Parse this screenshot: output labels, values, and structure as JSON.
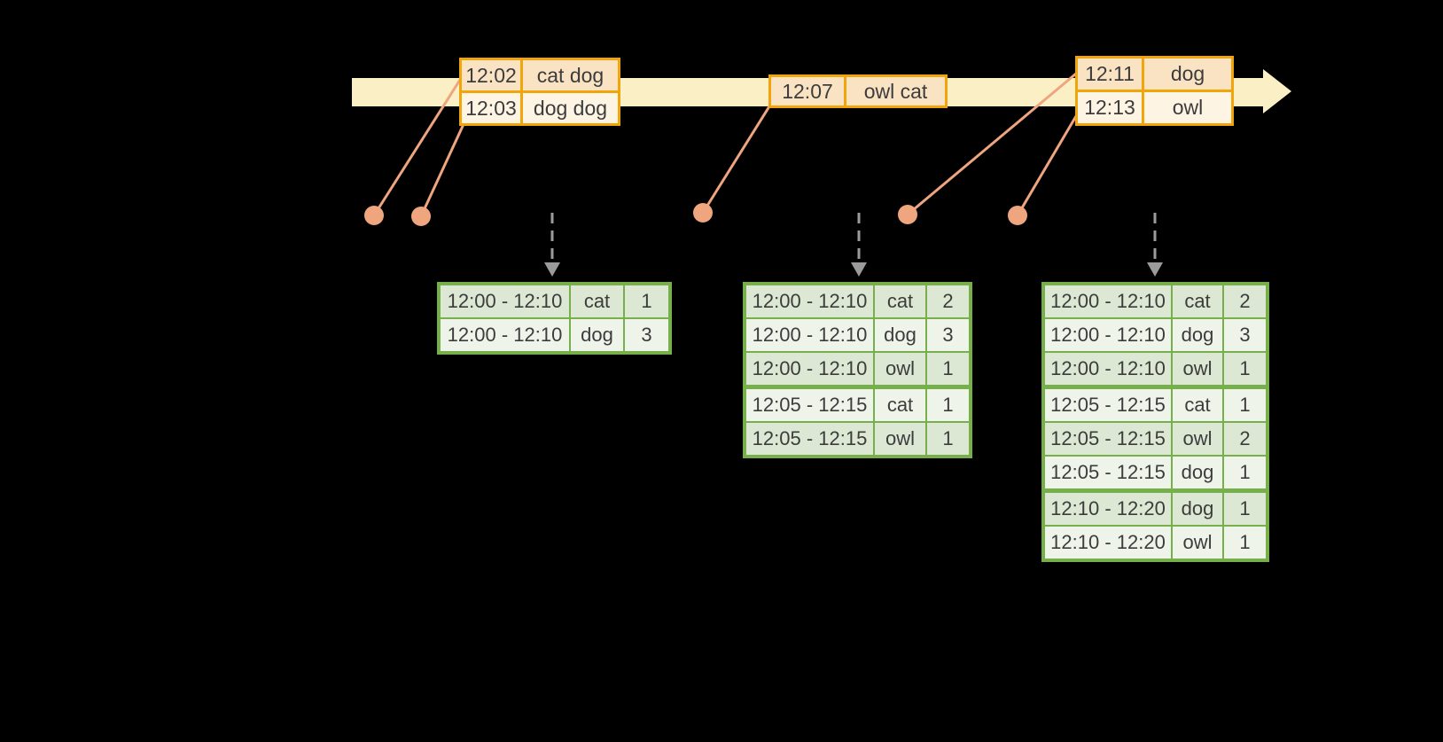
{
  "colors": {
    "background": "#000000",
    "timeline_fill": "#FBF0C5",
    "event_table_border": "#F0A50A",
    "event_row_peach": "#FAE3C3",
    "event_row_cream": "#FDF4E4",
    "marker_salmon": "#EFA57E",
    "trigger_gray": "#9B9B9B",
    "result_table_border": "#77B04A",
    "result_row_dark": "#DCE8D3",
    "result_row_light": "#EFF4EB",
    "cell_text": "#3C3C3C"
  },
  "event_tables": [
    {
      "rows": [
        {
          "time": "12:02",
          "words": "cat dog"
        },
        {
          "time": "12:03",
          "words": "dog dog"
        }
      ]
    },
    {
      "rows": [
        {
          "time": "12:07",
          "words": "owl cat"
        }
      ]
    },
    {
      "rows": [
        {
          "time": "12:11",
          "words": "dog"
        },
        {
          "time": "12:13",
          "words": "owl"
        }
      ]
    }
  ],
  "result_tables": [
    {
      "group_breaks": [],
      "rows": [
        [
          "12:00 - 12:10",
          "cat",
          "1"
        ],
        [
          "12:00 - 12:10",
          "dog",
          "3"
        ]
      ]
    },
    {
      "group_breaks": [
        3
      ],
      "rows": [
        [
          "12:00 - 12:10",
          "cat",
          "2"
        ],
        [
          "12:00 - 12:10",
          "dog",
          "3"
        ],
        [
          "12:00 - 12:10",
          "owl",
          "1"
        ],
        [
          "12:05 - 12:15",
          "cat",
          "1"
        ],
        [
          "12:05 - 12:15",
          "owl",
          "1"
        ]
      ]
    },
    {
      "group_breaks": [
        3,
        6
      ],
      "rows": [
        [
          "12:00 - 12:10",
          "cat",
          "2"
        ],
        [
          "12:00 - 12:10",
          "dog",
          "3"
        ],
        [
          "12:00 - 12:10",
          "owl",
          "1"
        ],
        [
          "12:05 - 12:15",
          "cat",
          "1"
        ],
        [
          "12:05 - 12:15",
          "owl",
          "2"
        ],
        [
          "12:05 - 12:15",
          "dog",
          "1"
        ],
        [
          "12:10 - 12:20",
          "dog",
          "1"
        ],
        [
          "12:10 - 12:20",
          "owl",
          "1"
        ]
      ]
    }
  ]
}
